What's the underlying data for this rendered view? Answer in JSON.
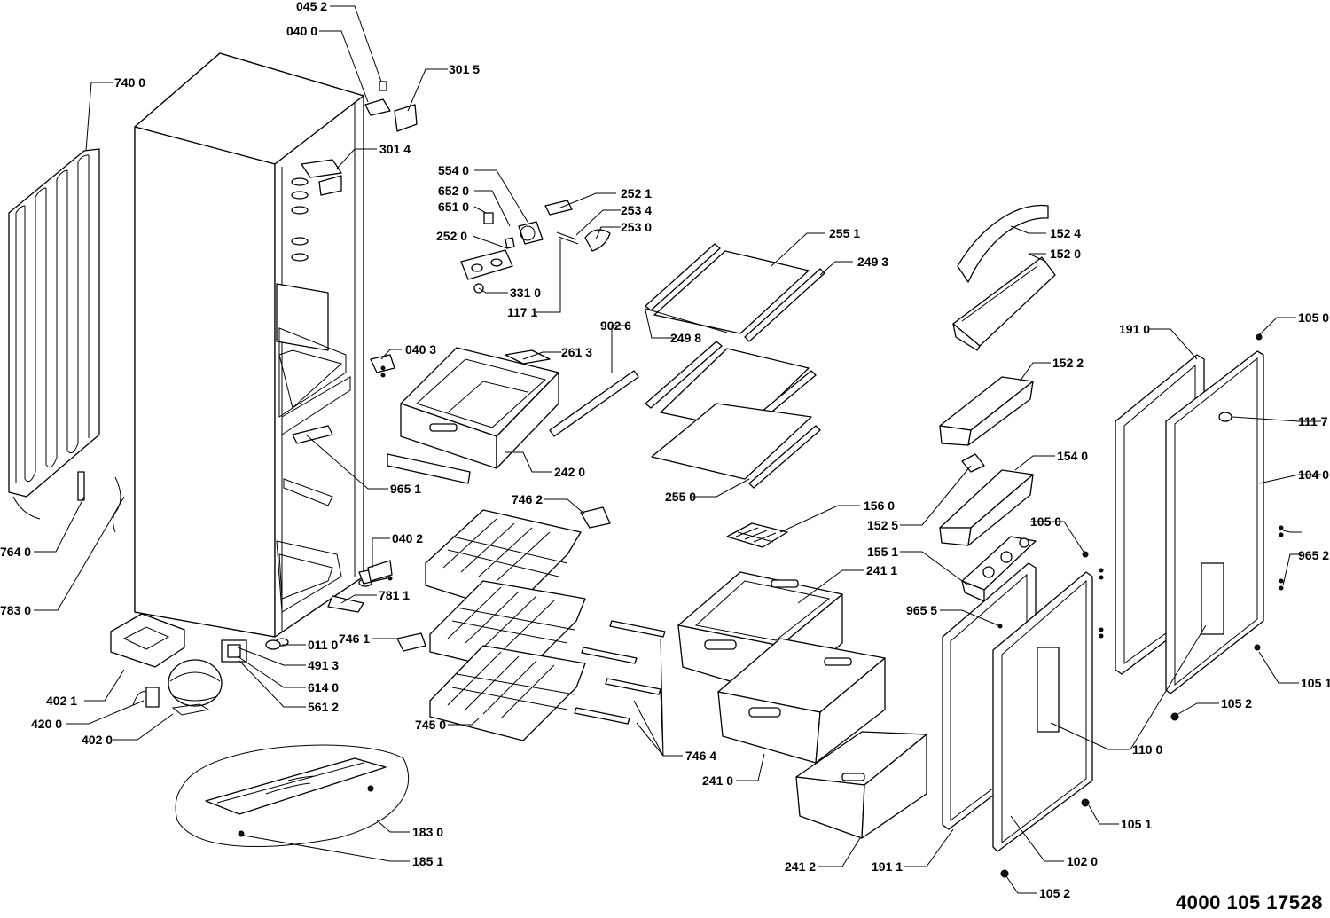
{
  "document_number": "4000 105 17528",
  "labels": [
    {
      "id": "L0452",
      "text": "045 2"
    },
    {
      "id": "L0400",
      "text": "040 0"
    },
    {
      "id": "L3015",
      "text": "301 5"
    },
    {
      "id": "L7400",
      "text": "740 0"
    },
    {
      "id": "L3014",
      "text": "301 4"
    },
    {
      "id": "L5540",
      "text": "554 0"
    },
    {
      "id": "L6520",
      "text": "652 0"
    },
    {
      "id": "L6510",
      "text": "651 0"
    },
    {
      "id": "L2520",
      "text": "252 0"
    },
    {
      "id": "L3310",
      "text": "331 0"
    },
    {
      "id": "L1171",
      "text": "117 1"
    },
    {
      "id": "L2521",
      "text": "252 1"
    },
    {
      "id": "L2534",
      "text": "253 4"
    },
    {
      "id": "L2530",
      "text": "253 0"
    },
    {
      "id": "L2551",
      "text": "255 1"
    },
    {
      "id": "L2493",
      "text": "249 3"
    },
    {
      "id": "L2498",
      "text": "249 8"
    },
    {
      "id": "L1524",
      "text": "152 4"
    },
    {
      "id": "L1520",
      "text": "152 0"
    },
    {
      "id": "L1050a",
      "text": "105 0"
    },
    {
      "id": "L1910",
      "text": "191 0"
    },
    {
      "id": "L1117",
      "text": "111 7"
    },
    {
      "id": "L1522",
      "text": "152 2"
    },
    {
      "id": "L0403",
      "text": "040 3"
    },
    {
      "id": "L2613",
      "text": "261 3"
    },
    {
      "id": "L9026",
      "text": "902 6"
    },
    {
      "id": "L2420",
      "text": "242 0"
    },
    {
      "id": "L9651",
      "text": "965 1"
    },
    {
      "id": "L2550",
      "text": "255 0"
    },
    {
      "id": "L1540",
      "text": "154 0"
    },
    {
      "id": "L1040",
      "text": "104 0"
    },
    {
      "id": "L7462",
      "text": "746 2"
    },
    {
      "id": "L1560",
      "text": "156 0"
    },
    {
      "id": "L1525",
      "text": "152 5"
    },
    {
      "id": "L1050b",
      "text": "105 0"
    },
    {
      "id": "L9652",
      "text": "965 2"
    },
    {
      "id": "L7640",
      "text": "764 0"
    },
    {
      "id": "L0402",
      "text": "040 2"
    },
    {
      "id": "L1551",
      "text": "155 1"
    },
    {
      "id": "L2411",
      "text": "241 1"
    },
    {
      "id": "L7830",
      "text": "783 0"
    },
    {
      "id": "L7811",
      "text": "781 1"
    },
    {
      "id": "L9655",
      "text": "965 5"
    },
    {
      "id": "L7461",
      "text": "746 1"
    },
    {
      "id": "L0110",
      "text": "011 0"
    },
    {
      "id": "L4913",
      "text": "491 3"
    },
    {
      "id": "L4021",
      "text": "402 1"
    },
    {
      "id": "L6140",
      "text": "614 0"
    },
    {
      "id": "L1051a",
      "text": "105 1"
    },
    {
      "id": "L1052a",
      "text": "105 2"
    },
    {
      "id": "L5612",
      "text": "561 2"
    },
    {
      "id": "L4200",
      "text": "420 0"
    },
    {
      "id": "L4020",
      "text": "402 0"
    },
    {
      "id": "L7450",
      "text": "745 0"
    },
    {
      "id": "L1100",
      "text": "110 0"
    },
    {
      "id": "L7464",
      "text": "746 4"
    },
    {
      "id": "L2410",
      "text": "241 0"
    },
    {
      "id": "L1051b",
      "text": "105 1"
    },
    {
      "id": "L1830",
      "text": "183 0"
    },
    {
      "id": "L1851",
      "text": "185 1"
    },
    {
      "id": "L2412",
      "text": "241 2"
    },
    {
      "id": "L1911",
      "text": "191 1"
    },
    {
      "id": "L1020",
      "text": "102 0"
    },
    {
      "id": "L1052b",
      "text": "105 2"
    }
  ]
}
